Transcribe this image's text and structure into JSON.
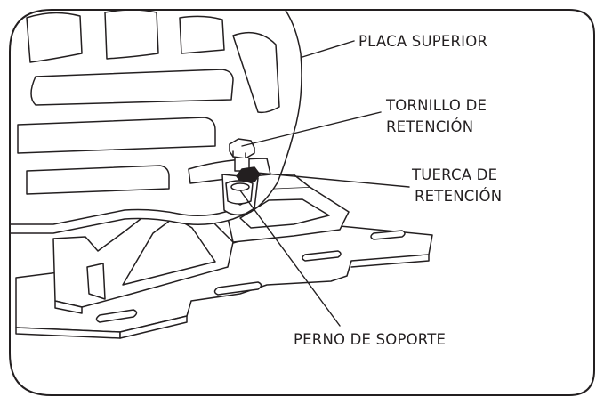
{
  "labels": {
    "top_plate": "PLACA SUPERIOR",
    "retaining_screw_line1": "TORNILLO DE",
    "retaining_screw_line2": "RETENCIÓN",
    "retaining_nut_line1": "TUERCA DE",
    "retaining_nut_line2": "RETENCIÓN",
    "support_bolt": "PERNO DE SOPORTE"
  },
  "colors": {
    "ink": "#231f20",
    "paper": "#ffffff"
  }
}
